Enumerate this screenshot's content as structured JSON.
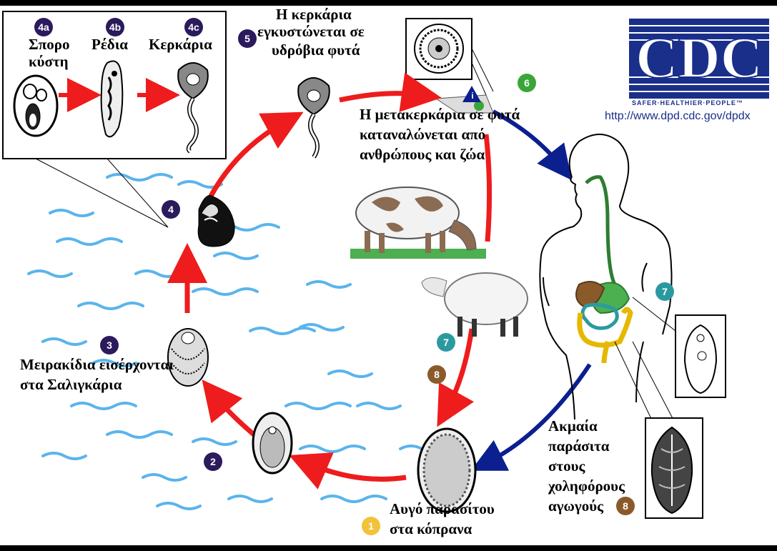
{
  "labels": {
    "sporocyst": "Σπορο κύστη",
    "sporocyst_line1": "Σπορο",
    "sporocyst_line2": "κύστη",
    "redia": "Ρέδια",
    "cercaria": "Κερκάρια",
    "cercaria_encysts_line1": "Η κερκάρια",
    "cercaria_encysts_line2": "εγκυστώνεται σε",
    "cercaria_encysts_line3": "υδρόβια φυτά",
    "metacercaria_line1": "Η μετακερκάρια σε φυτά",
    "metacercaria_line2": "καταναλώνεται από",
    "metacercaria_line3": "ανθρώπους και ζώα",
    "miracidia_line1": "Μειρακίδια εισέρχονται",
    "miracidia_line2": "στα Σαλιγκάρια",
    "adults_line1": "Ακμαία",
    "adults_line2": "παράσιτα",
    "adults_line3": "στους",
    "adults_line4": "χοληφόρους",
    "adults_line5": "αγωγούς",
    "eggs_line1": "Αυγό παρασίτου",
    "eggs_line2": "στα κόπρανα"
  },
  "badges": {
    "b1": "1",
    "b2": "2",
    "b3": "3",
    "b4": "4",
    "b4a": "4a",
    "b4b": "4b",
    "b4c": "4c",
    "b5": "5",
    "b6": "6",
    "b7a": "7",
    "b7b": "7",
    "b8a": "8",
    "b8b": "8",
    "info": "i"
  },
  "logo": {
    "text": "CDC",
    "tagline": "SAFER·HEALTHIER·PEOPLE™",
    "url": "http://www.dpd.cdc.gov/dpdx"
  },
  "colors": {
    "red_arrow": "#ee1c1c",
    "blue_arrow": "#0b1f8f",
    "water": "#5ab4ec",
    "purple_badge": "#2b1a5c",
    "green_badge": "#3aa63a",
    "teal_badge": "#2b9aa0",
    "brown_badge": "#8b5a2b",
    "yellow_badge": "#f2c23a",
    "cdc_blue": "#1a2f8a"
  },
  "icons": [
    "snail-icon",
    "cow-icon",
    "sheep-icon",
    "human-icon",
    "egg-icon",
    "miracidium-icon",
    "redia-icon",
    "cercaria-icon",
    "sporocyst-icon",
    "metacercaria-icon",
    "adult-fluke-icon",
    "immature-fluke-icon",
    "info-icon"
  ]
}
